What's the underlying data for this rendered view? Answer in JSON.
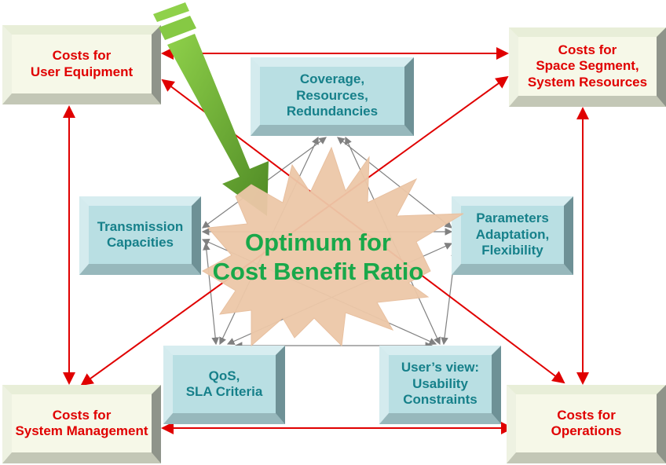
{
  "costs": {
    "user_equipment": "Costs for\nUser Equipment",
    "space_segment": "Costs for\nSpace Segment,\nSystem Resources",
    "system_management": "Costs for\nSystem Management",
    "operations": "Costs for\nOperations"
  },
  "factors": {
    "coverage": "Coverage,\nResources,\nRedundancies",
    "transmission": "Transmission\nCapacities",
    "parameters": "Parameters\nAdaptation,\nFlexibility",
    "qos": "QoS,\nSLA Criteria",
    "users_view": "User’s view:\nUsability\nConstraints"
  },
  "center": "Optimum for\nCost Benefit Ratio",
  "colors": {
    "cost_text": "#e00000",
    "factor_text": "#16808a",
    "center_text": "#19a84a",
    "red_line": "#e00000",
    "gray_line": "#808080",
    "star": "#ecc7a8",
    "arrow": "#6aab30"
  }
}
